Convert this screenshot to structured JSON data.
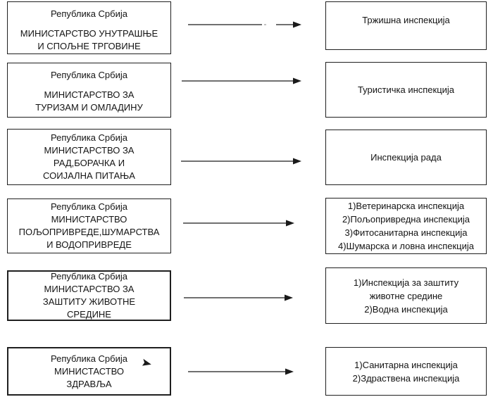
{
  "title": "Ministries and their inspections diagram",
  "colors": {
    "background": "#ffffff",
    "border": "#1f1f1f",
    "text": "#141414",
    "arrow": "#1a1a1a"
  },
  "rows": [
    {
      "ministry": {
        "title": "Република Србија",
        "lines": [
          "МИНИСТАРСТВО УНУТРАШЊЕ",
          "И СПОЉНЕ ТРГОВИНЕ"
        ]
      },
      "inspections": [
        "Тржишна инспекција"
      ]
    },
    {
      "ministry": {
        "title": "Република Србија",
        "lines": [
          "МИНИСТАРСТВО ЗА",
          "ТУРИЗАМ И ОМЛАДИНУ"
        ]
      },
      "inspections": [
        "Туристичка инспекција"
      ]
    },
    {
      "ministry": {
        "title": "Република Србија",
        "lines": [
          "МИНИСТАРСТВО ЗА",
          "РАД,БОРАЧКА И",
          "СОИЈАЛНА ПИТАЊА"
        ]
      },
      "inspections": [
        "Инспекција рада"
      ]
    },
    {
      "ministry": {
        "title": "Република Србија",
        "lines": [
          "МИНИСТАРСТВО",
          "ПОЉОПРИВРЕДЕ,ШУМАРСТВА",
          "И ВОДОПРИВРЕДЕ"
        ]
      },
      "inspections": [
        "1)Ветеринарска инспекција",
        "2)Пољопривредна инспекција",
        "3)Фитосанитарна инспекција",
        "4)Шумарска и ловна инспекција"
      ]
    },
    {
      "ministry": {
        "title": "Република Србија",
        "lines": [
          "МИНИСТАРСТВО ЗА",
          "ЗАШТИТУ ЖИВОТНЕ",
          "СРЕДИНЕ"
        ]
      },
      "inspections": [
        "1)Инспекција за заштиту",
        "животне средине",
        "2)Водна инспекција"
      ]
    },
    {
      "ministry": {
        "title": "Република Србија",
        "lines": [
          "МИНИСТАСТВО",
          "ЗДРАВЉА"
        ]
      },
      "inspections": [
        "1)Санитарна инспекција",
        "2)Здраствена инспекција"
      ]
    }
  ]
}
